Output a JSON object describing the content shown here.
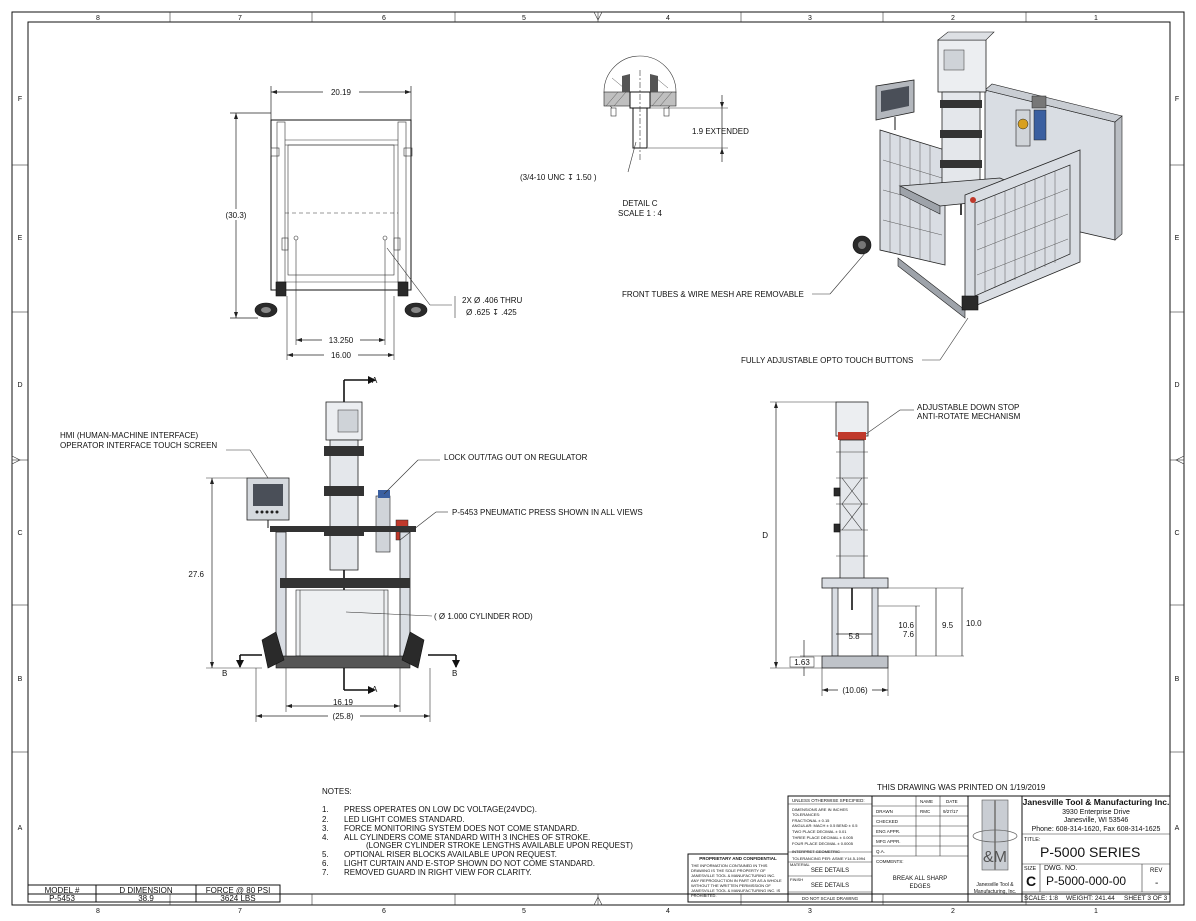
{
  "zones": {
    "columns": [
      "8",
      "7",
      "6",
      "5",
      "4",
      "3",
      "2",
      "1"
    ],
    "rows": [
      "F",
      "E",
      "D",
      "C",
      "B",
      "A"
    ]
  },
  "views": {
    "top": {
      "dims": {
        "width": "20.19",
        "height": "(30.3)",
        "inner": "13.250",
        "outer": "16.00",
        "thru1": "2X Ø .406 THRU",
        "thru2": "Ø .625 ↧ .425"
      }
    },
    "detail": {
      "extended": "1.9 EXTENDED",
      "thread": "(3/4-10 UNC ↧ 1.50 )",
      "title": "DETAIL C",
      "scale": "SCALE 1 : 4"
    },
    "iso": {
      "note_front": "FRONT TUBES & WIRE MESH ARE REMOVABLE",
      "note_buttons": "FULLY ADJUSTABLE OPTO TOUCH BUTTONS"
    },
    "front": {
      "hmi1": "HMI (HUMAN-MACHINE INTERFACE)",
      "hmi2": "OPERATOR INTERFACE TOUCH SCREEN",
      "lockout": "LOCK OUT/TAG OUT ON REGULATOR",
      "press": "P-5453 PNEUMATIC PRESS SHOWN IN ALL VIEWS",
      "rod": "( Ø 1.000 CYLINDER ROD)",
      "height": "27.6",
      "w1": "16.19",
      "w2": "(25.8)",
      "sec_a": "A",
      "sec_b": "B"
    },
    "side": {
      "stop1": "ADJUSTABLE DOWN STOP",
      "stop2": "ANTI-ROTATE MECHANISM",
      "d": "D",
      "d58": "5.8",
      "d106": "10.6",
      "d76": "7.6",
      "d95": "9.5",
      "d100": "10.0",
      "d163": "1.63",
      "d1006": "(10.06)"
    }
  },
  "notes": {
    "heading": "NOTES:",
    "items": [
      {
        "n": "1.",
        "t": "PRESS OPERATES ON LOW DC VOLTAGE(24VDC)."
      },
      {
        "n": "2.",
        "t": "LED LIGHT COMES STANDARD."
      },
      {
        "n": "3.",
        "t": "FORCE MONITORING SYSTEM DOES NOT COME STANDARD."
      },
      {
        "n": "4.",
        "t": "ALL CYLINDERS COME STANDARD WITH 3 INCHES OF STROKE."
      },
      {
        "n": "",
        "t": "(LONGER CYLINDER STROKE LENGTHS AVAILABLE UPON REQUEST)"
      },
      {
        "n": "5.",
        "t": "OPTIONAL RISER BLOCKS AVAILABLE UPON REQUEST."
      },
      {
        "n": "6.",
        "t": "LIGHT CURTAIN AND E-STOP SHOWN DO NOT COME STANDARD."
      },
      {
        "n": "7.",
        "t": "REMOVED GUARD IN RIGHT VIEW FOR CLARITY."
      }
    ]
  },
  "model_table": {
    "headers": [
      "MODEL #",
      "D DIMENSION",
      "FORCE @ 80 PSI"
    ],
    "row": [
      "P-5453",
      "38.9",
      "3624 LBS"
    ]
  },
  "title_block": {
    "printed": "THIS DRAWING WAS PRINTED ON 1/19/2019",
    "company": "Janesville Tool & Manufacturing Inc.",
    "address1": "3930 Enterprise Drive",
    "address2": "Janesville, WI 53546",
    "phone": "Phone: 608-314-1620, Fax 608-314-1625",
    "title_label": "TITLE:",
    "title": "P-5000 SERIES",
    "size_label": "SIZE",
    "size": "C",
    "dwg_label": "DWG. NO.",
    "dwg_no": "P-5000-000-00",
    "rev_label": "REV",
    "rev": "-",
    "scale": "SCALE: 1:8",
    "weight": "WEIGHT: 241.44",
    "sheet": "SHEET 3 OF 3",
    "unless": "UNLESS OTHERWISE SPECIFIED:",
    "tol_lines": [
      "DIMENSIONS ARE IN INCHES",
      "TOLERANCES:",
      "FRACTIONAL ± 0.15",
      "ANGULAR: MACH ± 0.5  BEND ± 0.5",
      "TWO PLACE DECIMAL  ± 0.01",
      "THREE PLACE DECIMAL  ± 0.005",
      "FOUR PLACE DECIMAL  ± 0.0005"
    ],
    "interpret": "INTERPRET GEOMETRIC",
    "tolerancing": "TOLERANCING PER: ASME Y14.5-1994",
    "material": "MATERIAL",
    "finish": "FINISH",
    "see1": "SEE DETAILS",
    "see2": "SEE DETAILS",
    "noscale": "DO NOT SCALE DRAWING",
    "prop_head": "PROPRIETARY AND CONFIDENTIAL",
    "prop_lines": [
      "THE INFORMATION CONTAINED IN THIS",
      "DRAWING IS THE SOLE PROPERTY OF",
      "JANESVILLE TOOL & MANUFACTURING INC.",
      "ANY REPRODUCTION IN PART OR AS A WHOLE",
      "WITHOUT THE WRITTEN PERMISSION OF",
      "JANESVILLE TOOL & MANUFACTURING INC. IS",
      "PROHIBITED."
    ],
    "name_label": "NAME",
    "date_label": "DATE",
    "rows": [
      "DRAWN",
      "CHECKED",
      "ENG APPR.",
      "MFG APPR.",
      "Q.A.",
      "COMMENTS:"
    ],
    "drawn_name": "RMC",
    "drawn_date": "9/27/17",
    "break1": "BREAK ALL SHARP",
    "break2": "EDGES",
    "logo_text": "&M",
    "logo_caption1": "Janesville Tool &",
    "logo_caption2": "Manufacturing, Inc."
  }
}
